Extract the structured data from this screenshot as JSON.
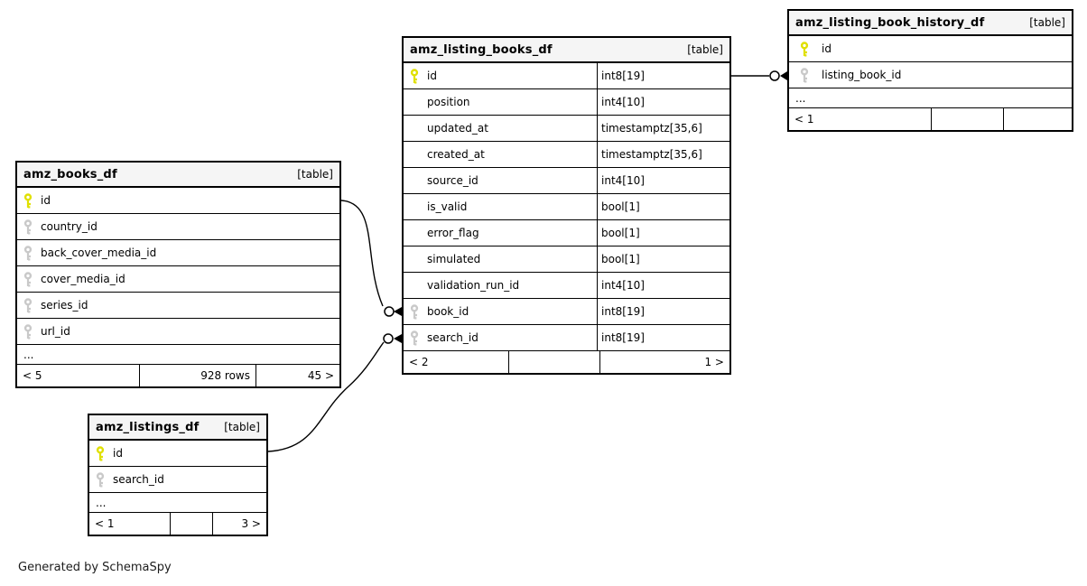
{
  "note": "Generated by SchemaSpy",
  "key_colors": {
    "primary": "#e0e000",
    "foreign": "#c9c9c9"
  },
  "tables": [
    {
      "name": "amz_books_df",
      "tag": "[table]",
      "columns": [
        {
          "name": "id",
          "key": "primary"
        },
        {
          "name": "country_id",
          "key": "foreign"
        },
        {
          "name": "back_cover_media_id",
          "key": "foreign"
        },
        {
          "name": "cover_media_id",
          "key": "foreign"
        },
        {
          "name": "series_id",
          "key": "foreign"
        },
        {
          "name": "url_id",
          "key": "foreign"
        },
        {
          "name": "...",
          "key": "none"
        }
      ],
      "footer": {
        "left": "< 5",
        "middle": "928 rows",
        "right": "45 >"
      }
    },
    {
      "name": "amz_listing_books_df",
      "tag": "[table]",
      "columns": [
        {
          "name": "id",
          "key": "primary",
          "type": "int8[19]"
        },
        {
          "name": "position",
          "key": "none",
          "type": "int4[10]"
        },
        {
          "name": "updated_at",
          "key": "none",
          "type": "timestamptz[35,6]"
        },
        {
          "name": "created_at",
          "key": "none",
          "type": "timestamptz[35,6]"
        },
        {
          "name": "source_id",
          "key": "none",
          "type": "int4[10]"
        },
        {
          "name": "is_valid",
          "key": "none",
          "type": "bool[1]"
        },
        {
          "name": "error_flag",
          "key": "none",
          "type": "bool[1]"
        },
        {
          "name": "simulated",
          "key": "none",
          "type": "bool[1]"
        },
        {
          "name": "validation_run_id",
          "key": "none",
          "type": "int4[10]"
        },
        {
          "name": "book_id",
          "key": "foreign",
          "type": "int8[19]"
        },
        {
          "name": "search_id",
          "key": "foreign",
          "type": "int8[19]"
        }
      ],
      "footer": {
        "left": "< 2",
        "middle": "",
        "right": "1 >"
      }
    },
    {
      "name": "amz_listing_book_history_df",
      "tag": "[table]",
      "columns": [
        {
          "name": "id",
          "key": "primary"
        },
        {
          "name": "listing_book_id",
          "key": "foreign"
        },
        {
          "name": "...",
          "key": "none"
        }
      ],
      "footer": {
        "left": "< 1",
        "middle": "",
        "right": ""
      }
    },
    {
      "name": "amz_listings_df",
      "tag": "[table]",
      "columns": [
        {
          "name": "id",
          "key": "primary"
        },
        {
          "name": "search_id",
          "key": "foreign"
        },
        {
          "name": "...",
          "key": "none"
        }
      ],
      "footer": {
        "left": "< 1",
        "middle": "",
        "right": "3 >"
      }
    }
  ],
  "relationships": [
    {
      "from": "amz_books_df.id",
      "to": "amz_listing_books_df.book_id"
    },
    {
      "from": "amz_listings_df.id",
      "to": "amz_listing_books_df.search_id"
    },
    {
      "from": "amz_listing_books_df.id",
      "to": "amz_listing_book_history_df.listing_book_id"
    }
  ]
}
